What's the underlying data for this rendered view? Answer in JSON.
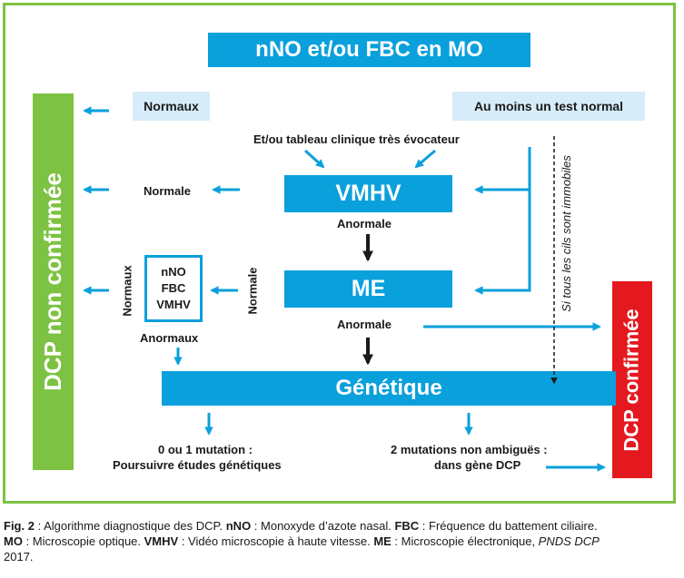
{
  "diagram": {
    "title": "nNO et/ou FBC en MO",
    "normaux_top": "Normaux",
    "au_moins": "Au moins un test normal",
    "et_ou_tableau": "Et/ou tableau clinique très évocateur",
    "vmhv": "VMHV",
    "anormale_1": "Anormale",
    "normale_left": "Normale",
    "me": "ME",
    "anormale_2": "Anormale",
    "normale_vertical": "Normale",
    "normaux_vertical": "Normaux",
    "inner_box": [
      "nNO",
      "FBC",
      "VMHV"
    ],
    "anormaux": "Anormaux",
    "genetique": "Génétique",
    "si_tous_les_cils": "Si tous les cils sont immobiles",
    "dcp_non_confirmee": "DCP non confirmée",
    "dcp_confirmee": "DCP confirmée",
    "mutation_0_1_line1": "0 ou 1 mutation :",
    "mutation_0_1_line2": "Poursuivre études génétiques",
    "mutation_2_line1": "2 mutations non ambiguës :",
    "mutation_2_line2": "dans gène DCP"
  },
  "caption": {
    "fig": "Fig. 2",
    "intro": " : Algorithme diagnostique des DCP. ",
    "t1": "nNO",
    "d1": " : Monoxyde d’azote nasal. ",
    "t2": "FBC",
    "d2": " : Fréquence du battement ciliaire.",
    "t3": "MO",
    "d3": " : Microscopie optique. ",
    "t4": "VMHV",
    "d4": " : Vidéo microscopie à haute vitesse. ",
    "t5": "ME",
    "d5": " : Microscopie électronique, ",
    "source": "PNDS DCP",
    "year": "2017."
  },
  "colors": {
    "blue": "#0aa0dc",
    "light_blue": "#d6ecf8",
    "green": "#7dc242",
    "red": "#e3191f",
    "arrow_dark": "#1a1a1a"
  }
}
